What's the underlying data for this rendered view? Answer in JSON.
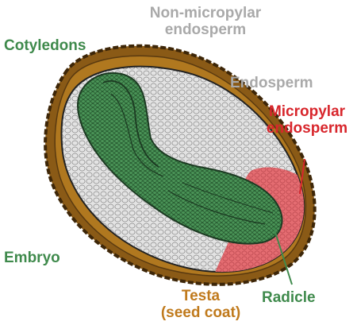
{
  "labels": {
    "non_micropylar_line1": "Non-micropylar",
    "non_micropylar_line2": "endosperm",
    "cotyledons": "Cotyledons",
    "endosperm": "Endosperm",
    "micropylar_line1": "Micropylar",
    "micropylar_line2": "endosperm",
    "embryo": "Embryo",
    "testa_line1": "Testa",
    "testa_line2": "(seed coat)",
    "radicle": "Radicle"
  },
  "colors": {
    "testa": "#8a5a16",
    "testa_label": "#c07a1c",
    "endosperm": "#dadada",
    "endosperm_label": "#a9a9a9",
    "embryo": "#3f8a4c",
    "embryo_label": "#3f8a4c",
    "micropylar": "#e36a6f",
    "micropylar_label": "#d8262c",
    "outline": "#1d1d1d"
  }
}
